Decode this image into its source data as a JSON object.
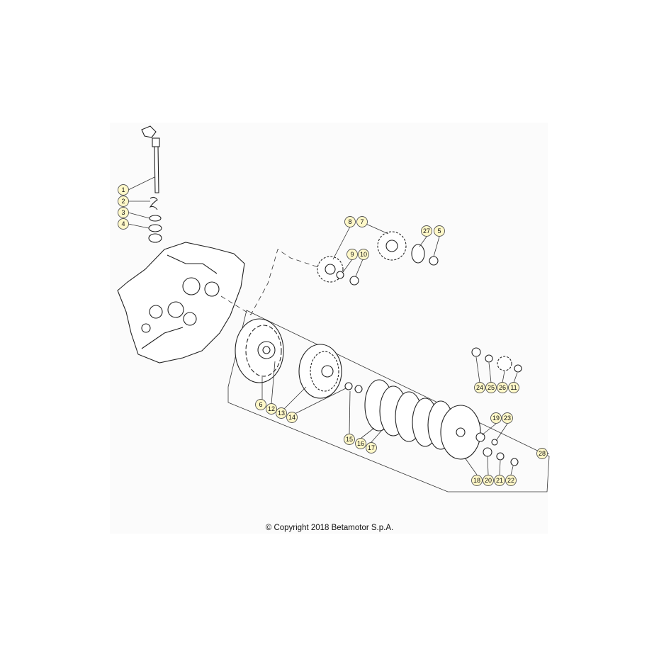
{
  "copyright": "© Copyright 2018 Betamotor S.p.A.",
  "colors": {
    "callout_fill": "#fff8c8",
    "line": "#222222",
    "panel": "#fbfbfb"
  },
  "callouts": [
    {
      "label": "1"
    },
    {
      "label": "2"
    },
    {
      "label": "3"
    },
    {
      "label": "4"
    },
    {
      "label": "8"
    },
    {
      "label": "7"
    },
    {
      "label": "27"
    },
    {
      "label": "5"
    },
    {
      "label": "9"
    },
    {
      "label": "10"
    },
    {
      "label": "6"
    },
    {
      "label": "12"
    },
    {
      "label": "13"
    },
    {
      "label": "14"
    },
    {
      "label": "15"
    },
    {
      "label": "16"
    },
    {
      "label": "17"
    },
    {
      "label": "24"
    },
    {
      "label": "25"
    },
    {
      "label": "26"
    },
    {
      "label": "11"
    },
    {
      "label": "19"
    },
    {
      "label": "23"
    },
    {
      "label": "18"
    },
    {
      "label": "20"
    },
    {
      "label": "21"
    },
    {
      "label": "22"
    },
    {
      "label": "28"
    }
  ]
}
